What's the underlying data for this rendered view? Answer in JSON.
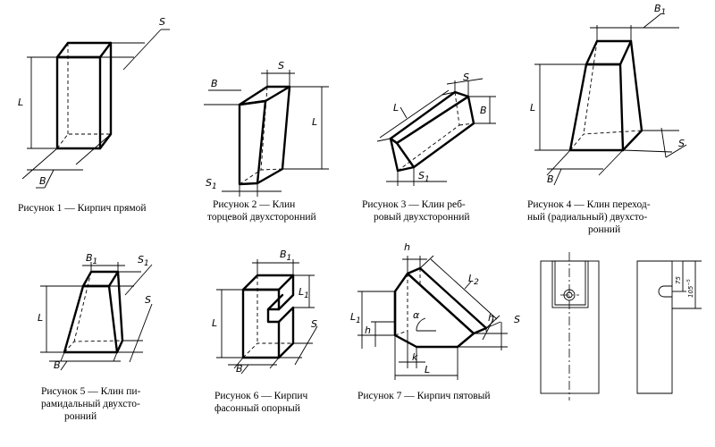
{
  "fig1": {
    "caption": [
      "Рисунок 1 — Кирпич прямой"
    ],
    "labels": {
      "L": "L",
      "S": "S",
      "B": "B"
    }
  },
  "fig2": {
    "caption": [
      "Рисунок 2 — Клин",
      "торцевой двухсторонний"
    ],
    "labels": {
      "B": "B",
      "S": "S",
      "L": "L",
      "S1": "S"
    }
  },
  "fig3": {
    "caption": [
      "Рисунок 3 — Клин реб-",
      "ровый двухсторонний"
    ],
    "labels": {
      "L": "L",
      "S": "S",
      "B": "B",
      "S1": "S"
    }
  },
  "fig4": {
    "caption": [
      "Рисунок 4 — Клин переход-",
      "ный (радиальный) двухсто-",
      "ронний"
    ],
    "labels": {
      "B1": "B",
      "L": "L",
      "S": "S",
      "B": "B"
    }
  },
  "fig5": {
    "caption": [
      "Рисунок 5 — Клин пи-",
      "рамидальный двухсто-",
      "ронний"
    ],
    "labels": {
      "B1": "B",
      "S1": "S",
      "L": "L",
      "S": "S",
      "B": "B"
    }
  },
  "fig6": {
    "caption": [
      "Рисунок 6 — Кирпич",
      "фасонный опорный"
    ],
    "labels": {
      "B1": "B",
      "L1": "L",
      "L": "L",
      "S": "S",
      "B": "B"
    }
  },
  "fig7": {
    "caption": [
      "Рисунок 7 — Кирпич пятовый"
    ],
    "labels": {
      "h_top": "h",
      "L2": "L",
      "L1": "L",
      "alpha": "α",
      "h_right": "h",
      "S": "S",
      "h_left": "h",
      "k": "k",
      "L": "L"
    }
  },
  "fig8": {
    "labels": {
      "d75": "75",
      "d105": "105",
      "tol": "−5"
    }
  },
  "subscripts": {
    "one": "1",
    "two": "2"
  }
}
